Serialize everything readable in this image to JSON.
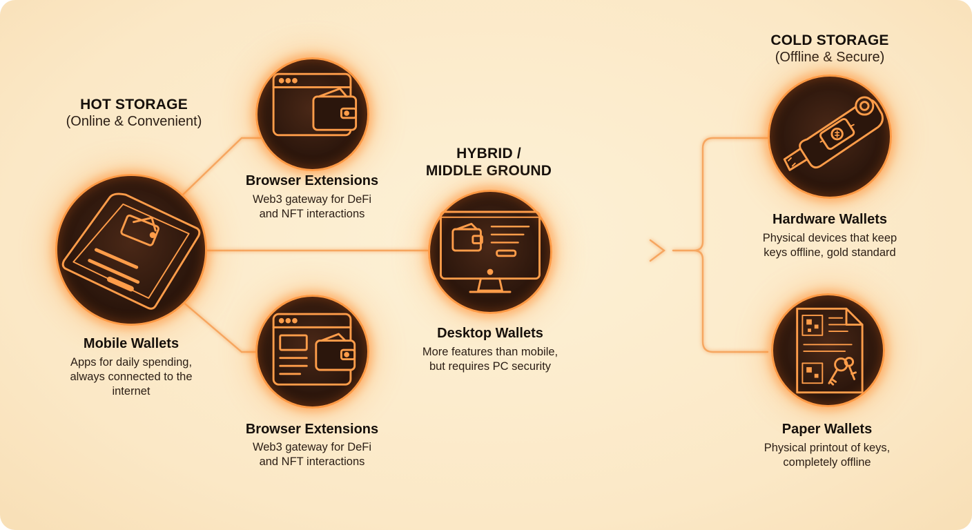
{
  "groups": {
    "hot": {
      "heading": "HOT STORAGE",
      "sub": "(Online & Convenient)"
    },
    "hybrid": {
      "heading_line1": "HYBRID /",
      "heading_line2": "MIDDLE GROUND"
    },
    "cold": {
      "heading": "COLD STORAGE",
      "sub": "(Offline & Secure)"
    }
  },
  "nodes": {
    "mobile": {
      "title": "Mobile Wallets",
      "desc_lines": [
        "Apps for daily spending,",
        "always connected to the",
        "internet"
      ],
      "icon": "smartphone-wallet-icon"
    },
    "browser_top": {
      "title": "Browser Extensions",
      "desc_lines": [
        "Web3 gateway for DeFi",
        "and NFT interactions"
      ],
      "icon": "browser-wallet-icon"
    },
    "browser_bottom": {
      "title": "Browser Extensions",
      "desc_lines": [
        "Web3 gateway for DeFi",
        "and NFT interactions"
      ],
      "icon": "browser-page-wallet-icon"
    },
    "desktop": {
      "title": "Desktop Wallets",
      "desc_lines": [
        "More features than mobile,",
        "but requires PC security"
      ],
      "icon": "desktop-monitor-wallet-icon"
    },
    "hardware": {
      "title": "Hardware Wallets",
      "desc_lines": [
        "Physical devices that keep",
        "keys offline, gold standard"
      ],
      "icon": "usb-hardware-wallet-icon"
    },
    "paper": {
      "title": "Paper Wallets",
      "desc_lines": [
        "Physical printout of keys,",
        "completely offline"
      ],
      "icon": "paper-qr-key-icon"
    }
  },
  "colors": {
    "glow": "#ff9a45",
    "line": "#f7a862",
    "node_fill": "#2b160c",
    "background": "#fbe8c6",
    "text": "#16100b"
  }
}
